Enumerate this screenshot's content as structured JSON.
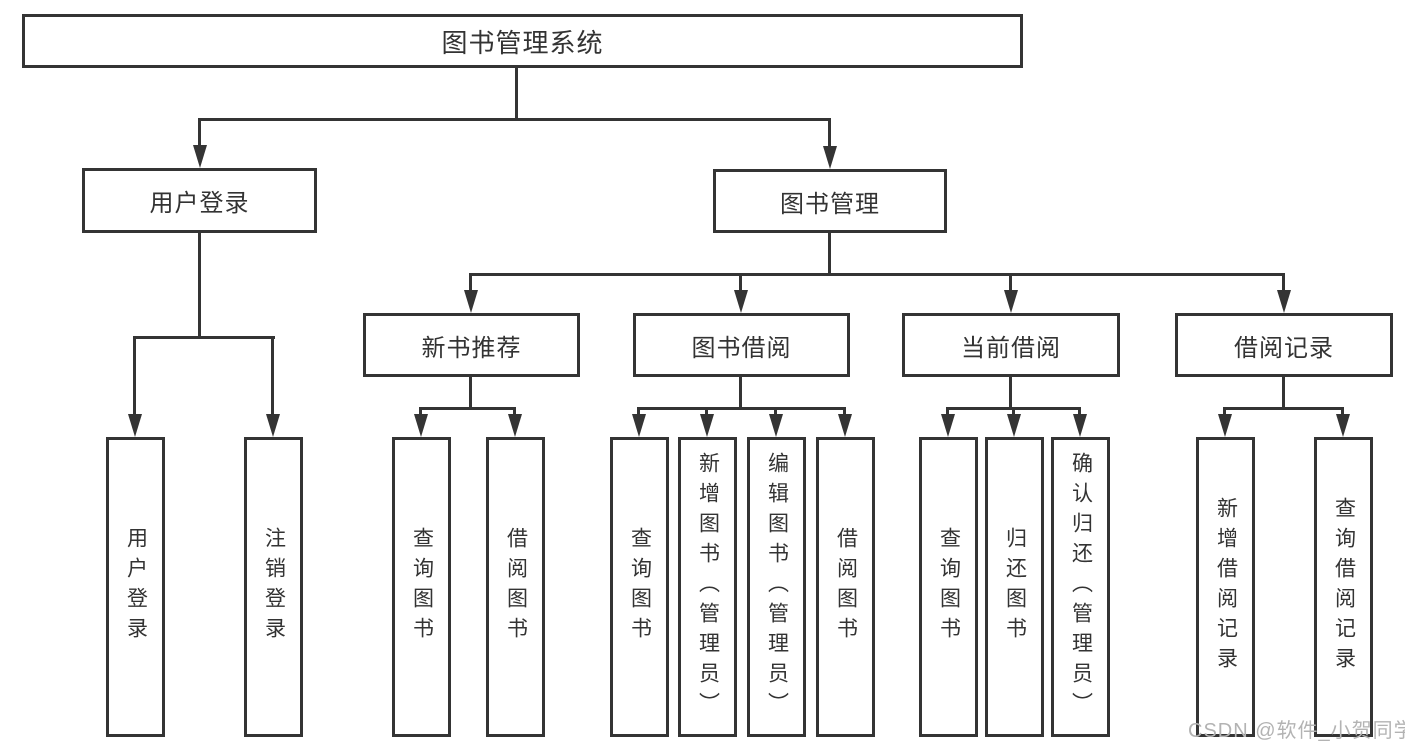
{
  "tree": {
    "label": "图书管理系统",
    "children": [
      {
        "label": "用户登录",
        "children": [
          {
            "label": "用户登录"
          },
          {
            "label": "注销登录"
          }
        ]
      },
      {
        "label": "图书管理",
        "children": [
          {
            "label": "新书推荐",
            "children": [
              {
                "label": "查询图书"
              },
              {
                "label": "借阅图书"
              }
            ]
          },
          {
            "label": "图书借阅",
            "children": [
              {
                "label": "查询图书"
              },
              {
                "label": "新增图书（管理员）"
              },
              {
                "label": "编辑图书（管理员）"
              },
              {
                "label": "借阅图书"
              }
            ]
          },
          {
            "label": "当前借阅",
            "children": [
              {
                "label": "查询图书"
              },
              {
                "label": "归还图书"
              },
              {
                "label": "确认归还（管理员）"
              }
            ]
          },
          {
            "label": "借阅记录",
            "children": [
              {
                "label": "新增借阅记录"
              },
              {
                "label": "查询借阅记录"
              }
            ]
          }
        ]
      }
    ]
  },
  "watermark": {
    "text": "CSDN @软件_小贺同学"
  },
  "colors": {
    "line": "#343434",
    "text": "#333333",
    "watermark": "#b3b3b3",
    "box_fill": "#ffffff",
    "background": "#ffffff"
  }
}
